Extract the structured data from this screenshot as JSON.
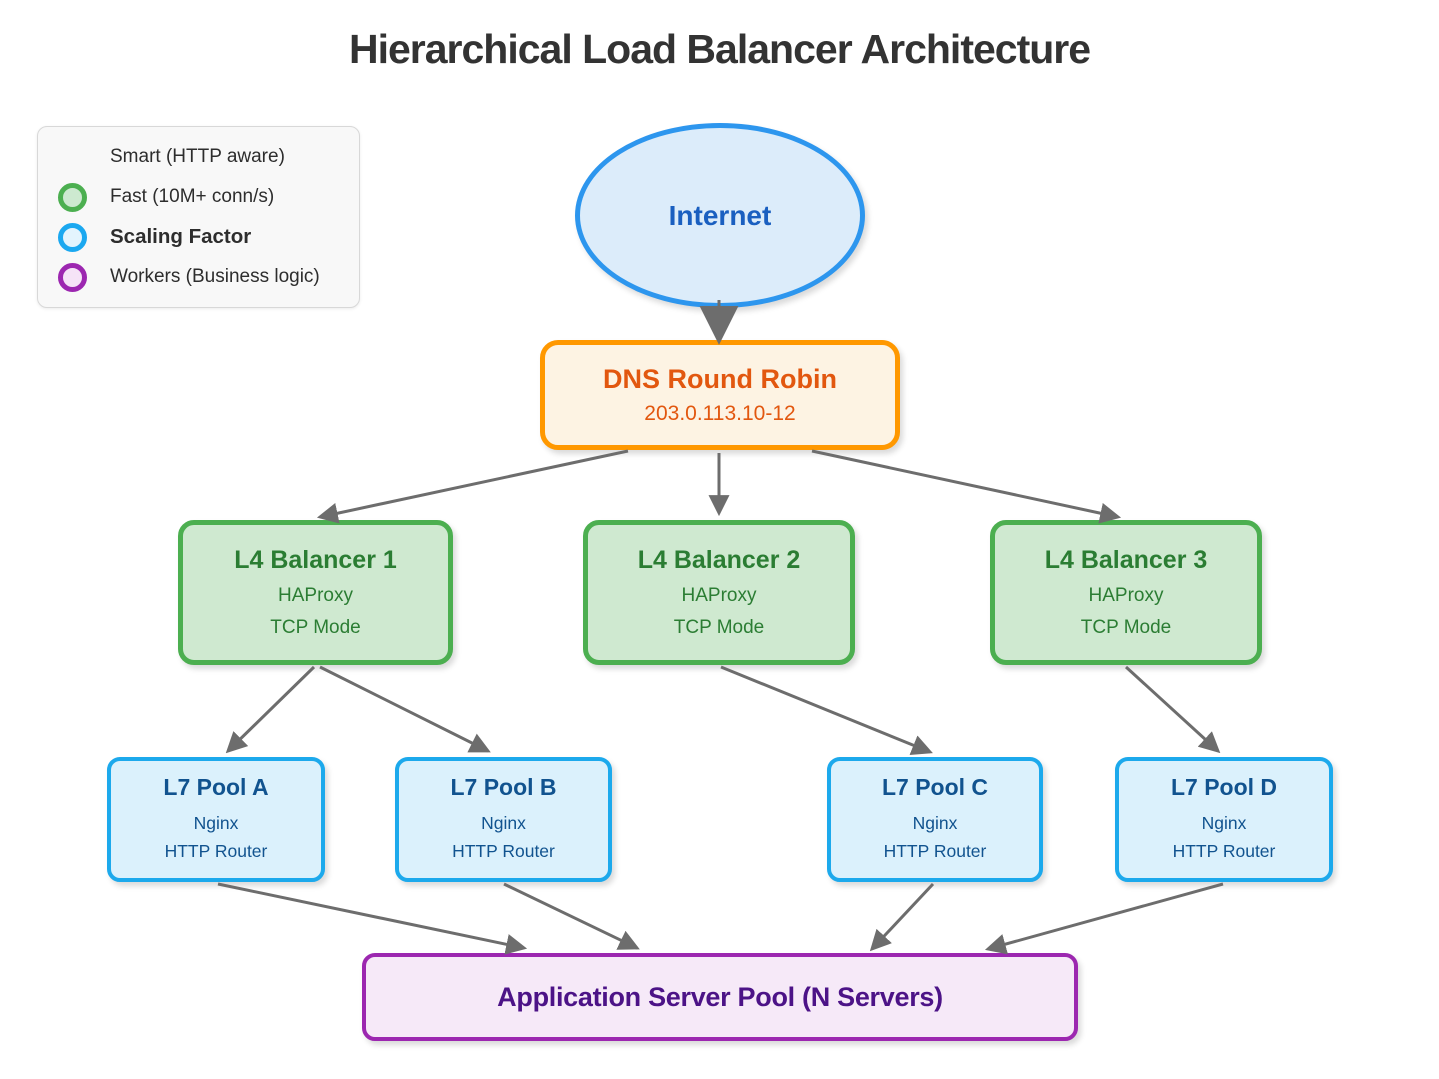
{
  "title": "Hierarchical Load Balancer Architecture",
  "legend": {
    "items": [
      {
        "label": "Smart (HTTP aware)",
        "swatch": "none"
      },
      {
        "label": "Fast (10M+ conn/s)",
        "swatch": "green"
      },
      {
        "label": "Scaling Factor",
        "swatch": "blue"
      },
      {
        "label": "Workers (Business logic)",
        "swatch": "purple"
      }
    ]
  },
  "nodes": {
    "internet": {
      "label": "Internet"
    },
    "dns": {
      "title": "DNS Round Robin",
      "subtitle": "203.0.113.10-12"
    },
    "l4_balancers": [
      {
        "title": "L4 Balancer 1",
        "line1": "HAProxy",
        "line2": "TCP Mode"
      },
      {
        "title": "L4 Balancer 2",
        "line1": "HAProxy",
        "line2": "TCP Mode"
      },
      {
        "title": "L4 Balancer 3",
        "line1": "HAProxy",
        "line2": "TCP Mode"
      }
    ],
    "l7_pools": [
      {
        "title": "L7 Pool A",
        "line1": "Nginx",
        "line2": "HTTP Router"
      },
      {
        "title": "L7 Pool B",
        "line1": "Nginx",
        "line2": "HTTP Router"
      },
      {
        "title": "L7 Pool C",
        "line1": "Nginx",
        "line2": "HTTP Router"
      },
      {
        "title": "L7 Pool D",
        "line1": "Nginx",
        "line2": "HTTP Router"
      }
    ],
    "app_pool": {
      "label": "Application Server Pool (N Servers)"
    }
  },
  "edges": [
    {
      "from": "internet",
      "to": "dns"
    },
    {
      "from": "dns",
      "to": "l4-balancer-1"
    },
    {
      "from": "dns",
      "to": "l4-balancer-2"
    },
    {
      "from": "dns",
      "to": "l4-balancer-3"
    },
    {
      "from": "l4-balancer-1",
      "to": "l7-pool-a"
    },
    {
      "from": "l4-balancer-1",
      "to": "l7-pool-b"
    },
    {
      "from": "l4-balancer-2",
      "to": "l7-pool-c"
    },
    {
      "from": "l4-balancer-3",
      "to": "l7-pool-d"
    },
    {
      "from": "l7-pool-a",
      "to": "app-pool"
    },
    {
      "from": "l7-pool-b",
      "to": "app-pool"
    },
    {
      "from": "l7-pool-c",
      "to": "app-pool"
    },
    {
      "from": "l7-pool-d",
      "to": "app-pool"
    }
  ],
  "colors": {
    "title_text": "#333333",
    "legend_bg": "#f8f8f8",
    "internet_fill": "#dcecfa",
    "internet_border": "#2d96ee",
    "internet_text": "#1a5fc0",
    "dns_fill": "#fdf3e3",
    "dns_border": "#ff9800",
    "dns_text": "#e2570f",
    "l4_fill": "#cfe9d0",
    "l4_border": "#4caf50",
    "l4_text": "#2b7d33",
    "l7_fill": "#dbf1fc",
    "l7_border": "#1ca9ec",
    "l7_text": "#11538f",
    "app_fill": "#f6e9f8",
    "app_border": "#9c27b0",
    "app_text": "#4c1387",
    "arrow": "#6d6d6d"
  }
}
